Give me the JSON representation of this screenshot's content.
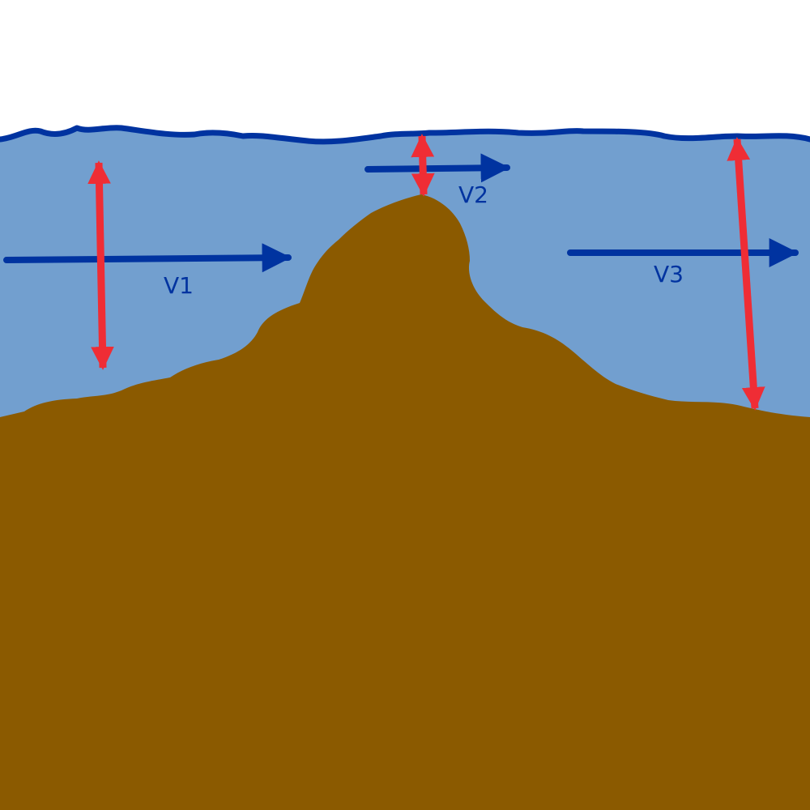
{
  "colors": {
    "sky": "#ffffff",
    "water": "#729fcf",
    "water_surface_line": "#0033a0",
    "terrain": "#8b5a00",
    "velocity_arrow": "#0033a0",
    "depth_arrow": "#ef2d35",
    "label_text": "#0033a0"
  },
  "labels": {
    "v1": "V1",
    "v2": "V2",
    "v3": "V3"
  }
}
